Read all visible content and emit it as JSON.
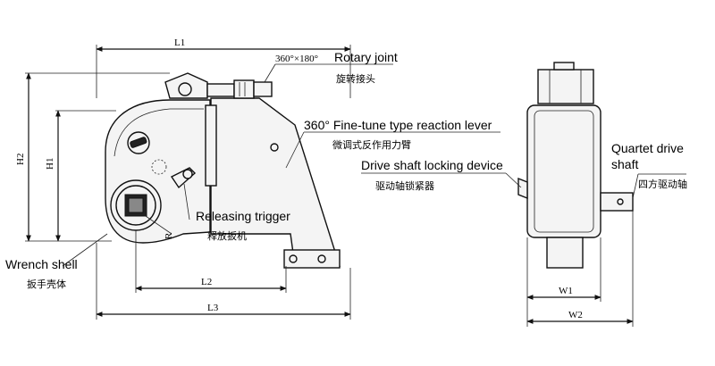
{
  "labels": {
    "rotary_joint": {
      "en_angle": "360°×180°",
      "en_text": "Rotary joint",
      "cn": "旋转接头"
    },
    "reaction_lever": {
      "en": "360° Fine-tune type reaction lever",
      "cn": "微调式反作用力臂"
    },
    "locking_device": {
      "en": "Drive shaft locking device",
      "cn": "驱动轴锁紧器"
    },
    "quartet_drive": {
      "en_line1": "Quartet drive",
      "en_line2": "shaft",
      "cn": "四方驱动轴"
    },
    "releasing_trigger": {
      "en": "Releasing trigger",
      "cn": "释放扳机"
    },
    "wrench_shell": {
      "en": "Wrench shell",
      "cn": "扳手壳体"
    }
  },
  "dimensions": {
    "L1": "L1",
    "L2": "L2",
    "L3": "L3",
    "H1": "H1",
    "H2": "H2",
    "R": "R",
    "W1": "W1",
    "W2": "W2"
  }
}
